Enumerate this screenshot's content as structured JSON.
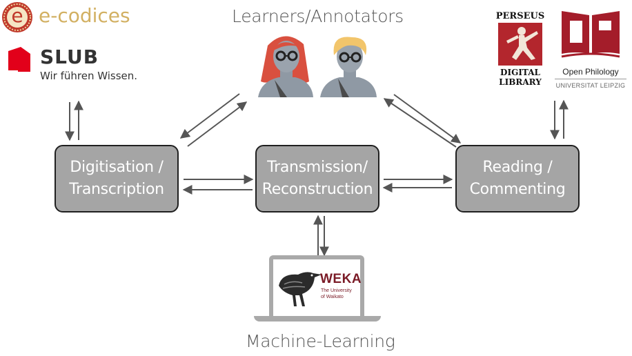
{
  "headings": {
    "learners": "Learners/Annotators",
    "machine_learning": "Machine-Learning"
  },
  "nodes": {
    "digitisation": {
      "line1": "Digitisation /",
      "line2": "Transcription"
    },
    "transmission": {
      "line1": "Transmission/",
      "line2": "Reconstruction"
    },
    "reading": {
      "line1": "Reading /",
      "line2": "Commenting"
    }
  },
  "logos": {
    "ecodices": {
      "text": "e-codices",
      "initial": "e"
    },
    "slub": {
      "name": "SLUB",
      "tagline": "Wir führen Wissen."
    },
    "perseus": {
      "line1": "PERSEUS",
      "line2": "DIGITAL",
      "line3": "LIBRARY"
    },
    "open_philology": {
      "name": "Open Philology",
      "affiliation": "UNIVERSITAT LEIPZIG"
    },
    "weka": {
      "name": "WEKA",
      "line1": "The University",
      "line2": "of Waikato"
    }
  },
  "colors": {
    "node_fill": "#a5a5a5",
    "node_border": "#1f1f1f",
    "arrow": "#555555",
    "ecodices_gold": "#d2b062",
    "ecodices_red": "#c0392b",
    "slub_red": "#e2001a",
    "perseus_red": "#b3262d",
    "op_red": "#a41d2a",
    "weka_red": "#7a1a26",
    "avatar_red_hair": "#d9503f",
    "avatar_blond_hair": "#f2c56b",
    "avatar_skin": "#9aa3ad"
  }
}
